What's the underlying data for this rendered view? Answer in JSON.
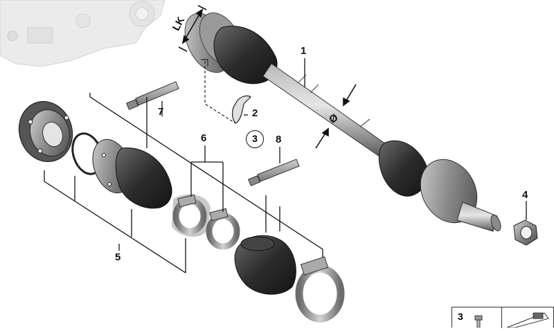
{
  "diagram": {
    "callouts": {
      "c1": "1",
      "c2": "2",
      "c3": "3",
      "c4": "4",
      "c5": "5",
      "c6": "6",
      "c7": "7",
      "c8": "8"
    },
    "dimension_label": "LK",
    "diameter_symbol": "Ø",
    "legend": {
      "index": "3"
    }
  }
}
